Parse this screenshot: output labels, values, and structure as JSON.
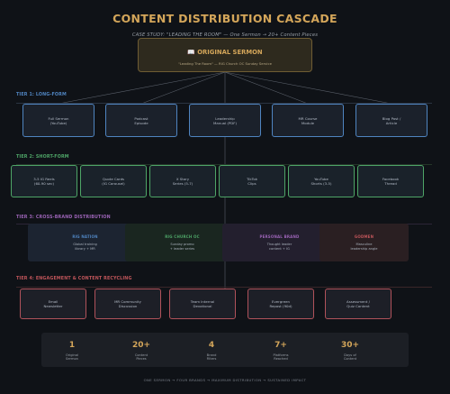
{
  "title": "CONTENT DISTRIBUTION CASCADE",
  "subtitle": "CASE STUDY: \"LEADING THE ROOM\" — One Sermon → 20+ Content Pieces",
  "origin": {
    "icon": "📖",
    "title": "ORIGINAL SERMON",
    "subtitle": "\"Leading The Room\" — RIG Church OC Sunday Service"
  },
  "tiers": {
    "tier1": {
      "label": "TIER 1: LONG-FORM",
      "color": "#4f84c0",
      "items": [
        "Full Sermon\n(YouTube)",
        "Podcast\nEpisode",
        "Leadership\nManual (PDF)",
        "MR Course\nModule",
        "Blog Post /\nArticle"
      ]
    },
    "tier2": {
      "label": "TIER 2: SHORT-FORM",
      "color": "#4ea567",
      "items": [
        "3-5 IG Reels\n(60-90 sec)",
        "Quote Cards\n(IG Carousel)",
        "X Story\nSeries (5-7)",
        "TikTok\nClips",
        "YouTube\nShorts (3-5)",
        "Facebook\nThread"
      ]
    },
    "tier3": {
      "label": "TIER 3: CROSS-BRAND DISTRIBUTION",
      "color": "#9a63b5",
      "brands": [
        {
          "name": "RIG NATION",
          "desc": "Global training\nlibrary + MR",
          "color": "#4f84c0",
          "bg": "#1c2431"
        },
        {
          "name": "RIG CHURCH OC",
          "desc": "Sunday promo\n+ leader series",
          "color": "#4ea567",
          "bg": "#1a2620"
        },
        {
          "name": "PERSONAL BRAND",
          "desc": "Thought leader\ncontent + IG",
          "color": "#9a63b5",
          "bg": "#231f2e"
        },
        {
          "name": "GODMEN",
          "desc": "Masculine\nleadership angle",
          "color": "#c0555a",
          "bg": "#2a1f22"
        }
      ]
    },
    "tier4": {
      "label": "TIER 4: ENGAGEMENT & CONTENT RECYCLING",
      "color": "#c0555a",
      "items": [
        "Email\nNewsletter",
        "MR Community\nDiscussion",
        "Team Internal\nDevotional",
        "Evergreen\nRepost (90d)",
        "Assessment /\nQuiz Content"
      ]
    }
  },
  "stats": [
    {
      "value": "1",
      "label": "Original\nSermon"
    },
    {
      "value": "20+",
      "label": "Content\nPieces"
    },
    {
      "value": "4",
      "label": "Brand\nFilters"
    },
    {
      "value": "7+",
      "label": "Platforms\nReached"
    },
    {
      "value": "30+",
      "label": "Days of\nContent"
    }
  ],
  "footer": "ONE SERMON → FOUR BRANDS → MAXIMUM DISTRIBUTION → SUSTAINED IMPACT",
  "colors": {
    "background": "#0f1217",
    "gold": "#d4a65a",
    "tier1": "#4f84c0",
    "tier2": "#4ea567",
    "tier3": "#9a63b5",
    "tier4": "#c0555a"
  }
}
